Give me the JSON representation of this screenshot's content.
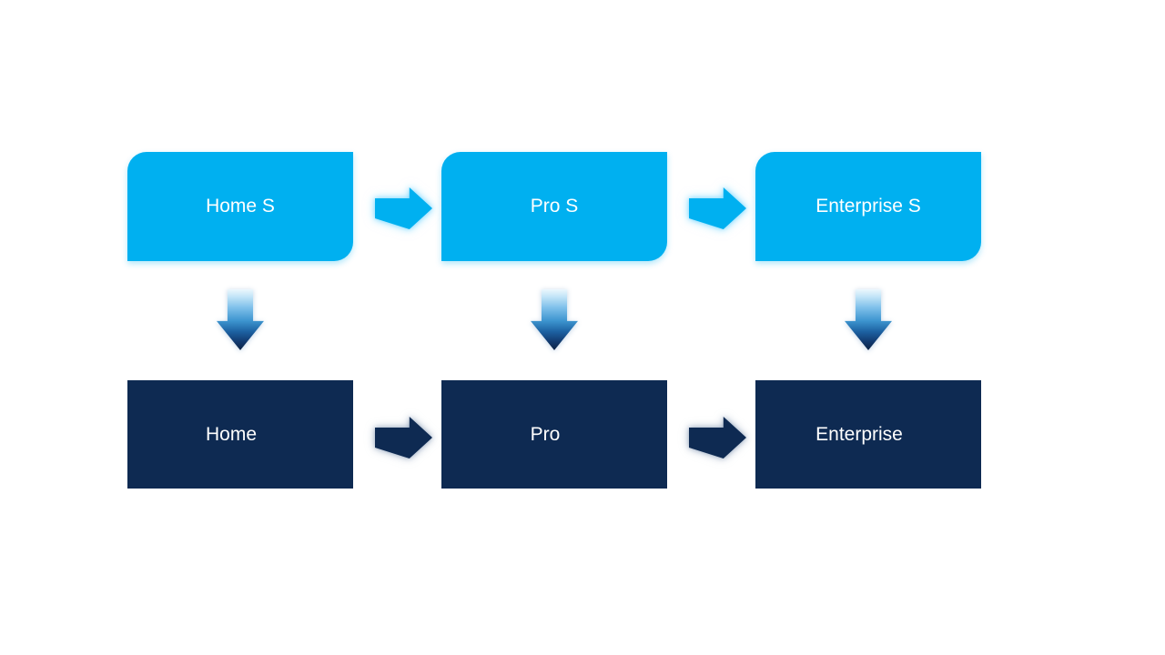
{
  "slide": {
    "background_color": "#ffffff",
    "type": "process-upgrade-diagram"
  },
  "diagram": {
    "columns": [
      {
        "top": "Home S",
        "bottom": "Home"
      },
      {
        "top": "Pro S",
        "bottom": "Pro"
      },
      {
        "top": "Enterprise S",
        "bottom": "Enterprise"
      }
    ],
    "colors": {
      "top_node_fill": "#00b0f0",
      "bottom_node_fill": "#0e2a52",
      "label_text": "#ffffff",
      "top_arrow_fill": "#00b0f0",
      "top_arrow_glow": "#7dd8ff",
      "bottom_arrow_fill": "#0e2a52",
      "down_arrow_gradient_top": "#ecf7fd",
      "down_arrow_gradient_mid": "#3c94cf",
      "down_arrow_gradient_bottom": "#0c2243"
    },
    "icons": {
      "right_arrow": "right-arrow-icon",
      "down_arrow": "down-arrow-icon"
    }
  }
}
